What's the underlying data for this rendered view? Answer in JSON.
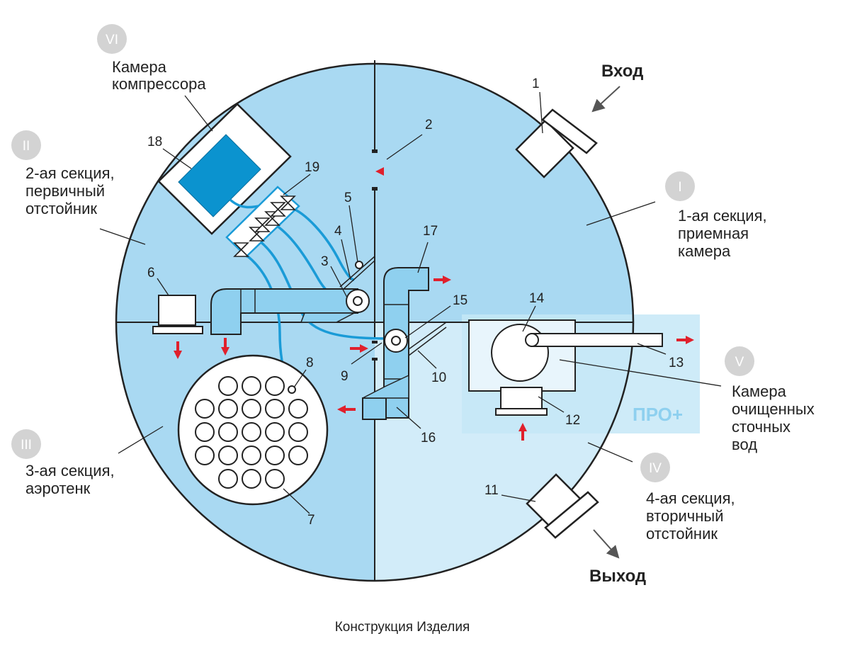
{
  "title": "Конструкция Изделия",
  "io": {
    "input": "Вход",
    "output": "Выход"
  },
  "sections": [
    {
      "roman": "I",
      "lines": [
        "1-ая секция,",
        "приемная",
        "камера"
      ]
    },
    {
      "roman": "II",
      "lines": [
        "2-ая секция,",
        "первичный",
        "отстойник"
      ]
    },
    {
      "roman": "III",
      "lines": [
        "3-ая секция,",
        "аэротенк"
      ]
    },
    {
      "roman": "IV",
      "lines": [
        "4-ая секция,",
        "вторичный",
        "отстойник"
      ]
    },
    {
      "roman": "V",
      "lines": [
        "Камера",
        "очищенных",
        "сточных",
        "вод"
      ]
    },
    {
      "roman": "VI",
      "lines": [
        "Камера",
        "компрессора"
      ]
    }
  ],
  "badge": "ПРО+",
  "callouts": [
    "1",
    "2",
    "3",
    "4",
    "5",
    "6",
    "7",
    "8",
    "9",
    "10",
    "11",
    "12",
    "13",
    "14",
    "15",
    "16",
    "17",
    "18",
    "19"
  ],
  "colors": {
    "section_blue": "#a9d9f2",
    "light_blue": "#d2ecf9",
    "pro_panel": "#c6e7f7",
    "pro_text": "#8ed0ef",
    "compressor": "#0b93cf",
    "pipe": "#1a9bd7",
    "arrow": "#e0202c",
    "badge_grey": "#d3d3d3",
    "stroke": "#222222"
  }
}
